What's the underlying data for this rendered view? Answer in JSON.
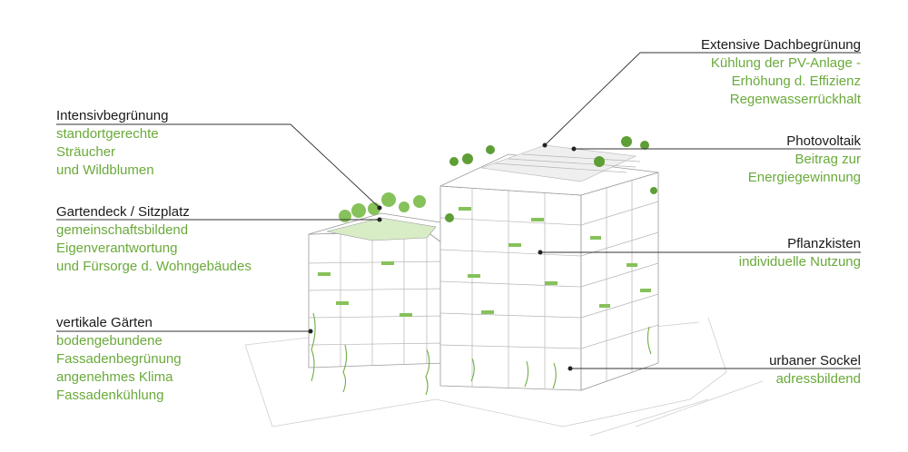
{
  "labels": {
    "intensive": {
      "title": "Intensivbegrünung",
      "lines": [
        "standortgerechte",
        "Sträucher",
        "und Wildblumen"
      ]
    },
    "garden_deck": {
      "title": "Gartendeck / Sitzplatz",
      "lines": [
        "gemeinschaftsbildend",
        "Eigenverantwortung",
        "und Fürsorge d. Wohngebäudes"
      ]
    },
    "vertical": {
      "title": "vertikale Gärten",
      "lines": [
        "bodengebundene",
        "Fassadenbegrünung",
        "angenehmes Klima",
        "Fassadenkühlung"
      ]
    },
    "extensive_roof": {
      "title": "Extensive Dachbegrünung",
      "lines": [
        "Kühlung der PV-Anlage -",
        "Erhöhung d. Effizienz",
        "Regenwasserrückhalt"
      ]
    },
    "photovoltaic": {
      "title": "Photovoltaik",
      "lines": [
        "Beitrag zur",
        "Energiegewinnung"
      ]
    },
    "planters": {
      "title": "Pflanzkisten",
      "lines": [
        "individuelle Nutzung"
      ]
    },
    "plinth": {
      "title": "urbaner Sockel",
      "lines": [
        "adressbildend"
      ]
    }
  },
  "colors": {
    "title": "#1a1a1a",
    "accent_green": "#6aaa3a",
    "leader": "#333333"
  }
}
